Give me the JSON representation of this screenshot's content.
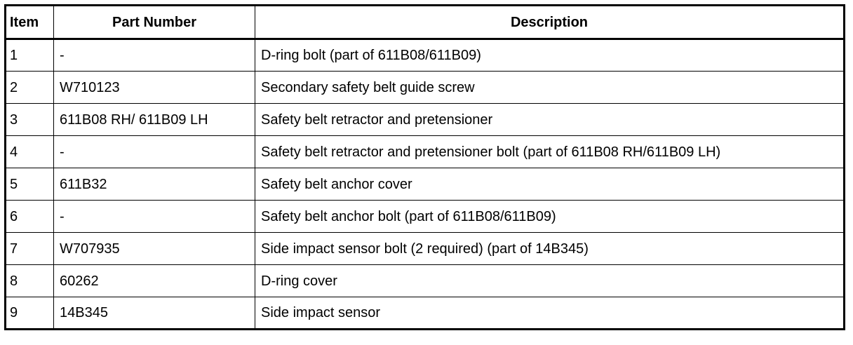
{
  "table": {
    "headers": {
      "item": "Item",
      "part_number": "Part Number",
      "description": "Description"
    },
    "rows": [
      {
        "item": "1",
        "part_number": "-",
        "description": "D-ring bolt (part of 611B08/611B09)"
      },
      {
        "item": "2",
        "part_number": "W710123",
        "description": "Secondary safety belt guide screw"
      },
      {
        "item": "3",
        "part_number": "611B08 RH/ 611B09 LH",
        "description": "Safety belt retractor and pretensioner"
      },
      {
        "item": "4",
        "part_number": "-",
        "description": "Safety belt retractor and pretensioner bolt (part of 611B08 RH/611B09 LH)"
      },
      {
        "item": "5",
        "part_number": "611B32",
        "description": "Safety belt anchor cover"
      },
      {
        "item": "6",
        "part_number": "-",
        "description": "Safety belt anchor bolt (part of 611B08/611B09)"
      },
      {
        "item": "7",
        "part_number": "W707935",
        "description": "Side impact sensor bolt (2 required) (part of 14B345)"
      },
      {
        "item": "8",
        "part_number": "60262",
        "description": "D-ring cover"
      },
      {
        "item": "9",
        "part_number": "14B345",
        "description": "Side impact sensor"
      }
    ]
  }
}
